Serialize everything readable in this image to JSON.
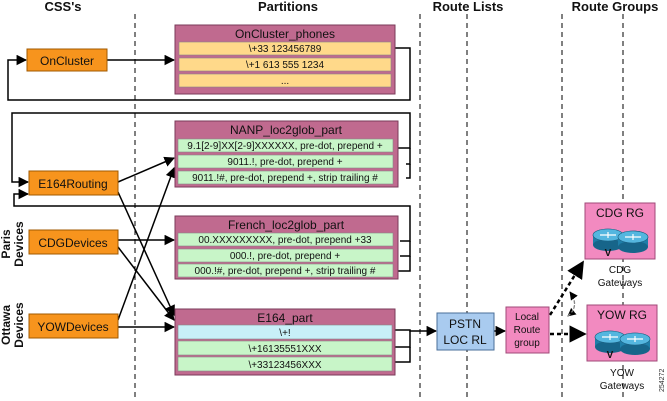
{
  "headers": {
    "css": "CSS's",
    "partitions": "Partitions",
    "route_lists": "Route Lists",
    "route_groups": "Route Groups"
  },
  "css_boxes": {
    "oncluster": "OnCluster",
    "e164routing": "E164Routing",
    "cdgdevices": "CDGDevices",
    "yowdevices": "YOWDevices"
  },
  "side_labels": {
    "paris": [
      "Paris",
      "Devices"
    ],
    "ottawa": [
      "Ottawa",
      "Devices"
    ]
  },
  "partitions": {
    "oncluster_phones": {
      "title": "OnCluster_phones",
      "rows": [
        "\\+33 123456789",
        "\\+1 613 555 1234",
        "..."
      ]
    },
    "nanp": {
      "title": "NANP_loc2glob_part",
      "rows": [
        "9.1[2-9]XX[2-9]XXXXXX, pre-dot, prepend +",
        "9011.!, pre-dot, prepend +",
        "9011.!#, pre-dot, prepend +, strip trailing #"
      ]
    },
    "french": {
      "title": "French_loc2glob_part",
      "rows": [
        "00.XXXXXXXXX, pre-dot, prepend +33",
        "000.!, pre-dot, prepend +",
        "000.!#, pre-dot, prepend +, strip trailing #"
      ]
    },
    "e164": {
      "title": "E164_part",
      "rows": [
        "\\+!",
        "\\+16135551XXX",
        "\\+33123456XXX"
      ]
    }
  },
  "route_list": [
    "PSTN",
    "LOC RL"
  ],
  "local_route_group": [
    "Local",
    "Route",
    "group"
  ],
  "route_groups": {
    "cdg": {
      "title": "CDG RG",
      "caption": [
        "CDG",
        "Gateways"
      ]
    },
    "yow": {
      "title": "YOW RG",
      "caption": [
        "YOW",
        "Gateways"
      ]
    }
  },
  "router_glyph": "V",
  "figure_id": "254272",
  "colors": {
    "css_box": "#f7941d",
    "partition_frame": "#c06a8f",
    "row_yellow": "#ffd98a",
    "row_green": "#c8f5c8",
    "row_cyan": "#c8f0f8",
    "route_list": "#a9cbef",
    "route_group": "#f28ac0",
    "router": "#2a8fb8"
  }
}
